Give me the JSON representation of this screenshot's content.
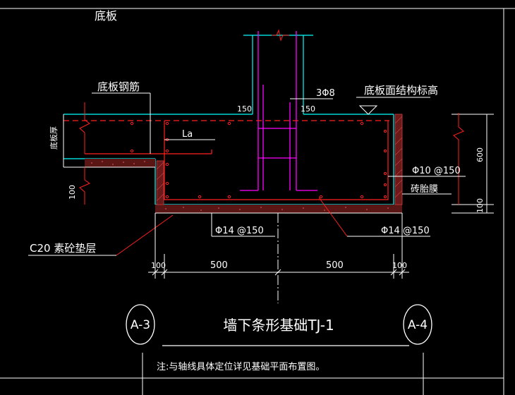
{
  "colors": {
    "background": "#000000",
    "white": "#ffffff",
    "cyan": "#00ffff",
    "red": "#ff2020",
    "magenta": "#ff00ff",
    "concrete_red": "#c83030",
    "brick": "#d04040"
  },
  "labels": {
    "top_label": "底板",
    "slab_rebar": "底板钢筋",
    "slab_thickness": "底板厚",
    "la": "La",
    "stirrup": "3Φ8",
    "top_level": "底板面结构标高",
    "rebar_side": "Φ10 @150",
    "brick_form": "砖胎膜",
    "bottom_rebar_left": "Φ14 @150",
    "bottom_rebar_right": "Φ14 @150",
    "cushion": "C20 素砼垫层",
    "dim_150_a": "150",
    "dim_150_b": "150",
    "dim_600": "600",
    "dim_100_left": "100",
    "dim_100_right": "100",
    "dim_100_b1": "100",
    "dim_500_a": "500",
    "dim_500_b": "500",
    "dim_100_b2": "100",
    "axis_left": "A-3",
    "axis_right": "A-4",
    "title": "墙下条形基础TJ-1",
    "note": "注:与轴线具体定位详见基础平面布置图。"
  }
}
